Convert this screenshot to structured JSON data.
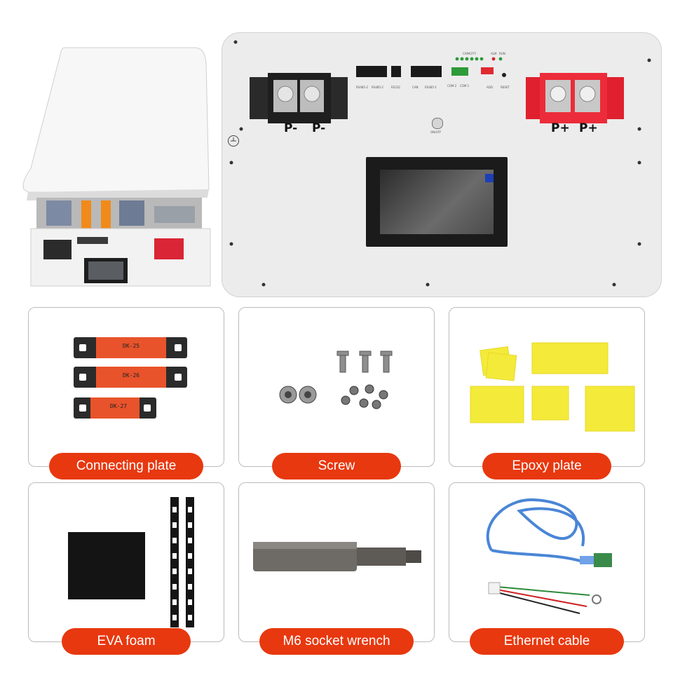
{
  "panel": {
    "negative_terminal_labels": [
      "P-",
      "P-"
    ],
    "positive_terminal_labels": [
      "P+",
      "P+"
    ],
    "port_labels": [
      "RS485-2",
      "RS485-2",
      "RS232",
      "CAN",
      "RS485-1"
    ],
    "indicator_labels": [
      "CAPACITY",
      "ALM",
      "RUN"
    ],
    "switch_labels": [
      "COM 2",
      "COM 1",
      "ADD",
      "RESET"
    ],
    "power_button_label": "ON/OFF"
  },
  "accessories": [
    {
      "label": "Connecting plate",
      "plate_marks": [
        "DK-25",
        "DK-26",
        "DK-27"
      ]
    },
    {
      "label": "Screw"
    },
    {
      "label": "Epoxy plate"
    },
    {
      "label": "EVA foam"
    },
    {
      "label": "M6 socket wrench"
    },
    {
      "label": "Ethernet cable"
    }
  ],
  "colors": {
    "accent": "#e8380f",
    "negative_terminal": "#2a2a2a",
    "positive_terminal": "#e0202e",
    "epoxy": "#f4ea3a",
    "cable_blue": "#4a86d6",
    "copper_plate": "#e8532b"
  }
}
